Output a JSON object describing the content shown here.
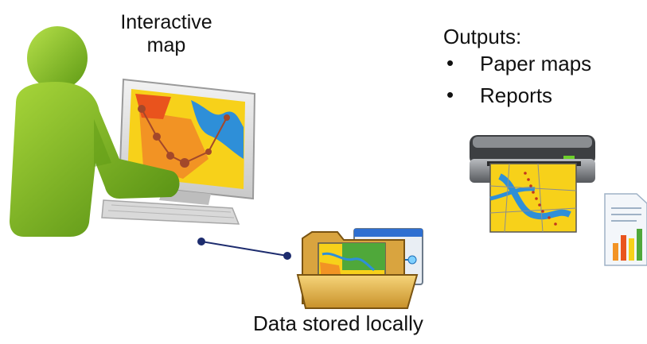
{
  "diagram": {
    "interactive_map": {
      "line1": "Interactive",
      "line2": "map"
    },
    "outputs": {
      "heading": "Outputs:",
      "items": [
        "Paper maps",
        "Reports"
      ]
    },
    "data_label": "Data stored locally"
  },
  "icons": {
    "user": "person-at-computer-icon",
    "monitor": "monitor-map-icon",
    "keyboard": "keyboard-icon",
    "connector": "connection-line-icon",
    "folder": "data-folder-icon",
    "printer": "printer-icon",
    "paper_map": "printed-map-icon",
    "report": "report-document-icon"
  },
  "colors": {
    "person": "#7cb61c",
    "person_dark": "#4f8a10",
    "map_orange": "#f29324",
    "map_yellow": "#f7d11a",
    "map_water": "#2e8fd8",
    "folder": "#e6b84a",
    "connector": "#1d2c6e",
    "printer": "#8a8d91"
  }
}
